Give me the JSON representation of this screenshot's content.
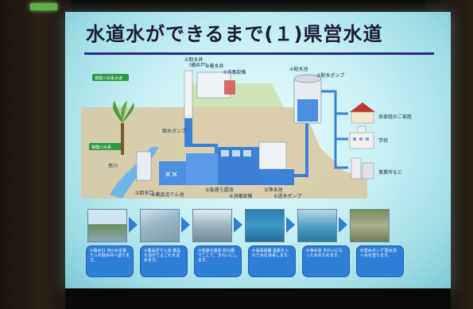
{
  "slide": {
    "title": "水道水ができるまで(１)県営水道",
    "tags": {
      "reservoir": "相模川水系水道",
      "river": "相模川水系"
    },
    "river_name": "荒川",
    "labels": {
      "intake_well": "①取水井",
      "intake_well_sub": "（横井戸）",
      "water_tank": "②着水井",
      "chlorine_top": "③消毒設備",
      "distribution_reservoir": "④配水池",
      "distribution_pump": "⑤配水ポンプ",
      "intake_pump": "取水ポンプ",
      "intake_gate": "①取水口",
      "chemical_mixing": "②薬品沈でん池",
      "filtration": "③急速ろ過池",
      "chlorine": "④消毒設備",
      "clear_water": "⑤浄水池",
      "transmission_pump": "⑥送水ポンプ",
      "homes": "各家庭のご家庭",
      "school": "学校",
      "offices": "事業所など"
    },
    "captions": [
      "①取水口 河川水を取り入れ取水井へ送ります。",
      "②薬品沈でん池 薬品を混ぜてよごれを沈めます。",
      "③急速ろ過池 砂の層でこして、きれいにします。",
      "④消毒設備 塩素を入れて水を消毒します。",
      "⑤浄水池 きれいになった水をためます。",
      "⑥送水ポンプ 配水池へ水を送ります。"
    ],
    "colors": {
      "accent_blue": "#2f7ed8",
      "title_rule": "#2a2a88",
      "water": "#4a8fe0"
    },
    "icons": [
      "arrow-right-icon",
      "house-icon",
      "school-icon",
      "office-building-icon",
      "palm-tree-icon"
    ]
  }
}
